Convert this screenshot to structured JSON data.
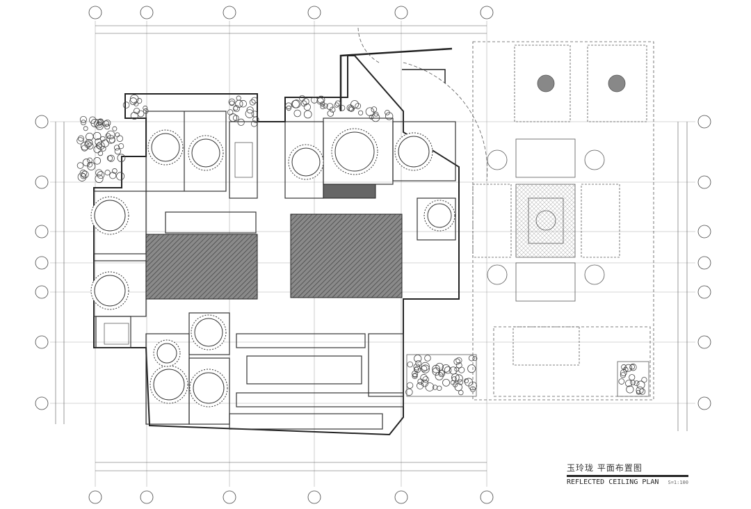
{
  "plan": {
    "title_cn": "玉玲珑 平面布置图",
    "title_en": "REFLECTED CEILING PLAN",
    "scale": "S=1:100"
  },
  "colors": {
    "line": "#222222",
    "hatch": "#555555",
    "grid": "#999999"
  }
}
